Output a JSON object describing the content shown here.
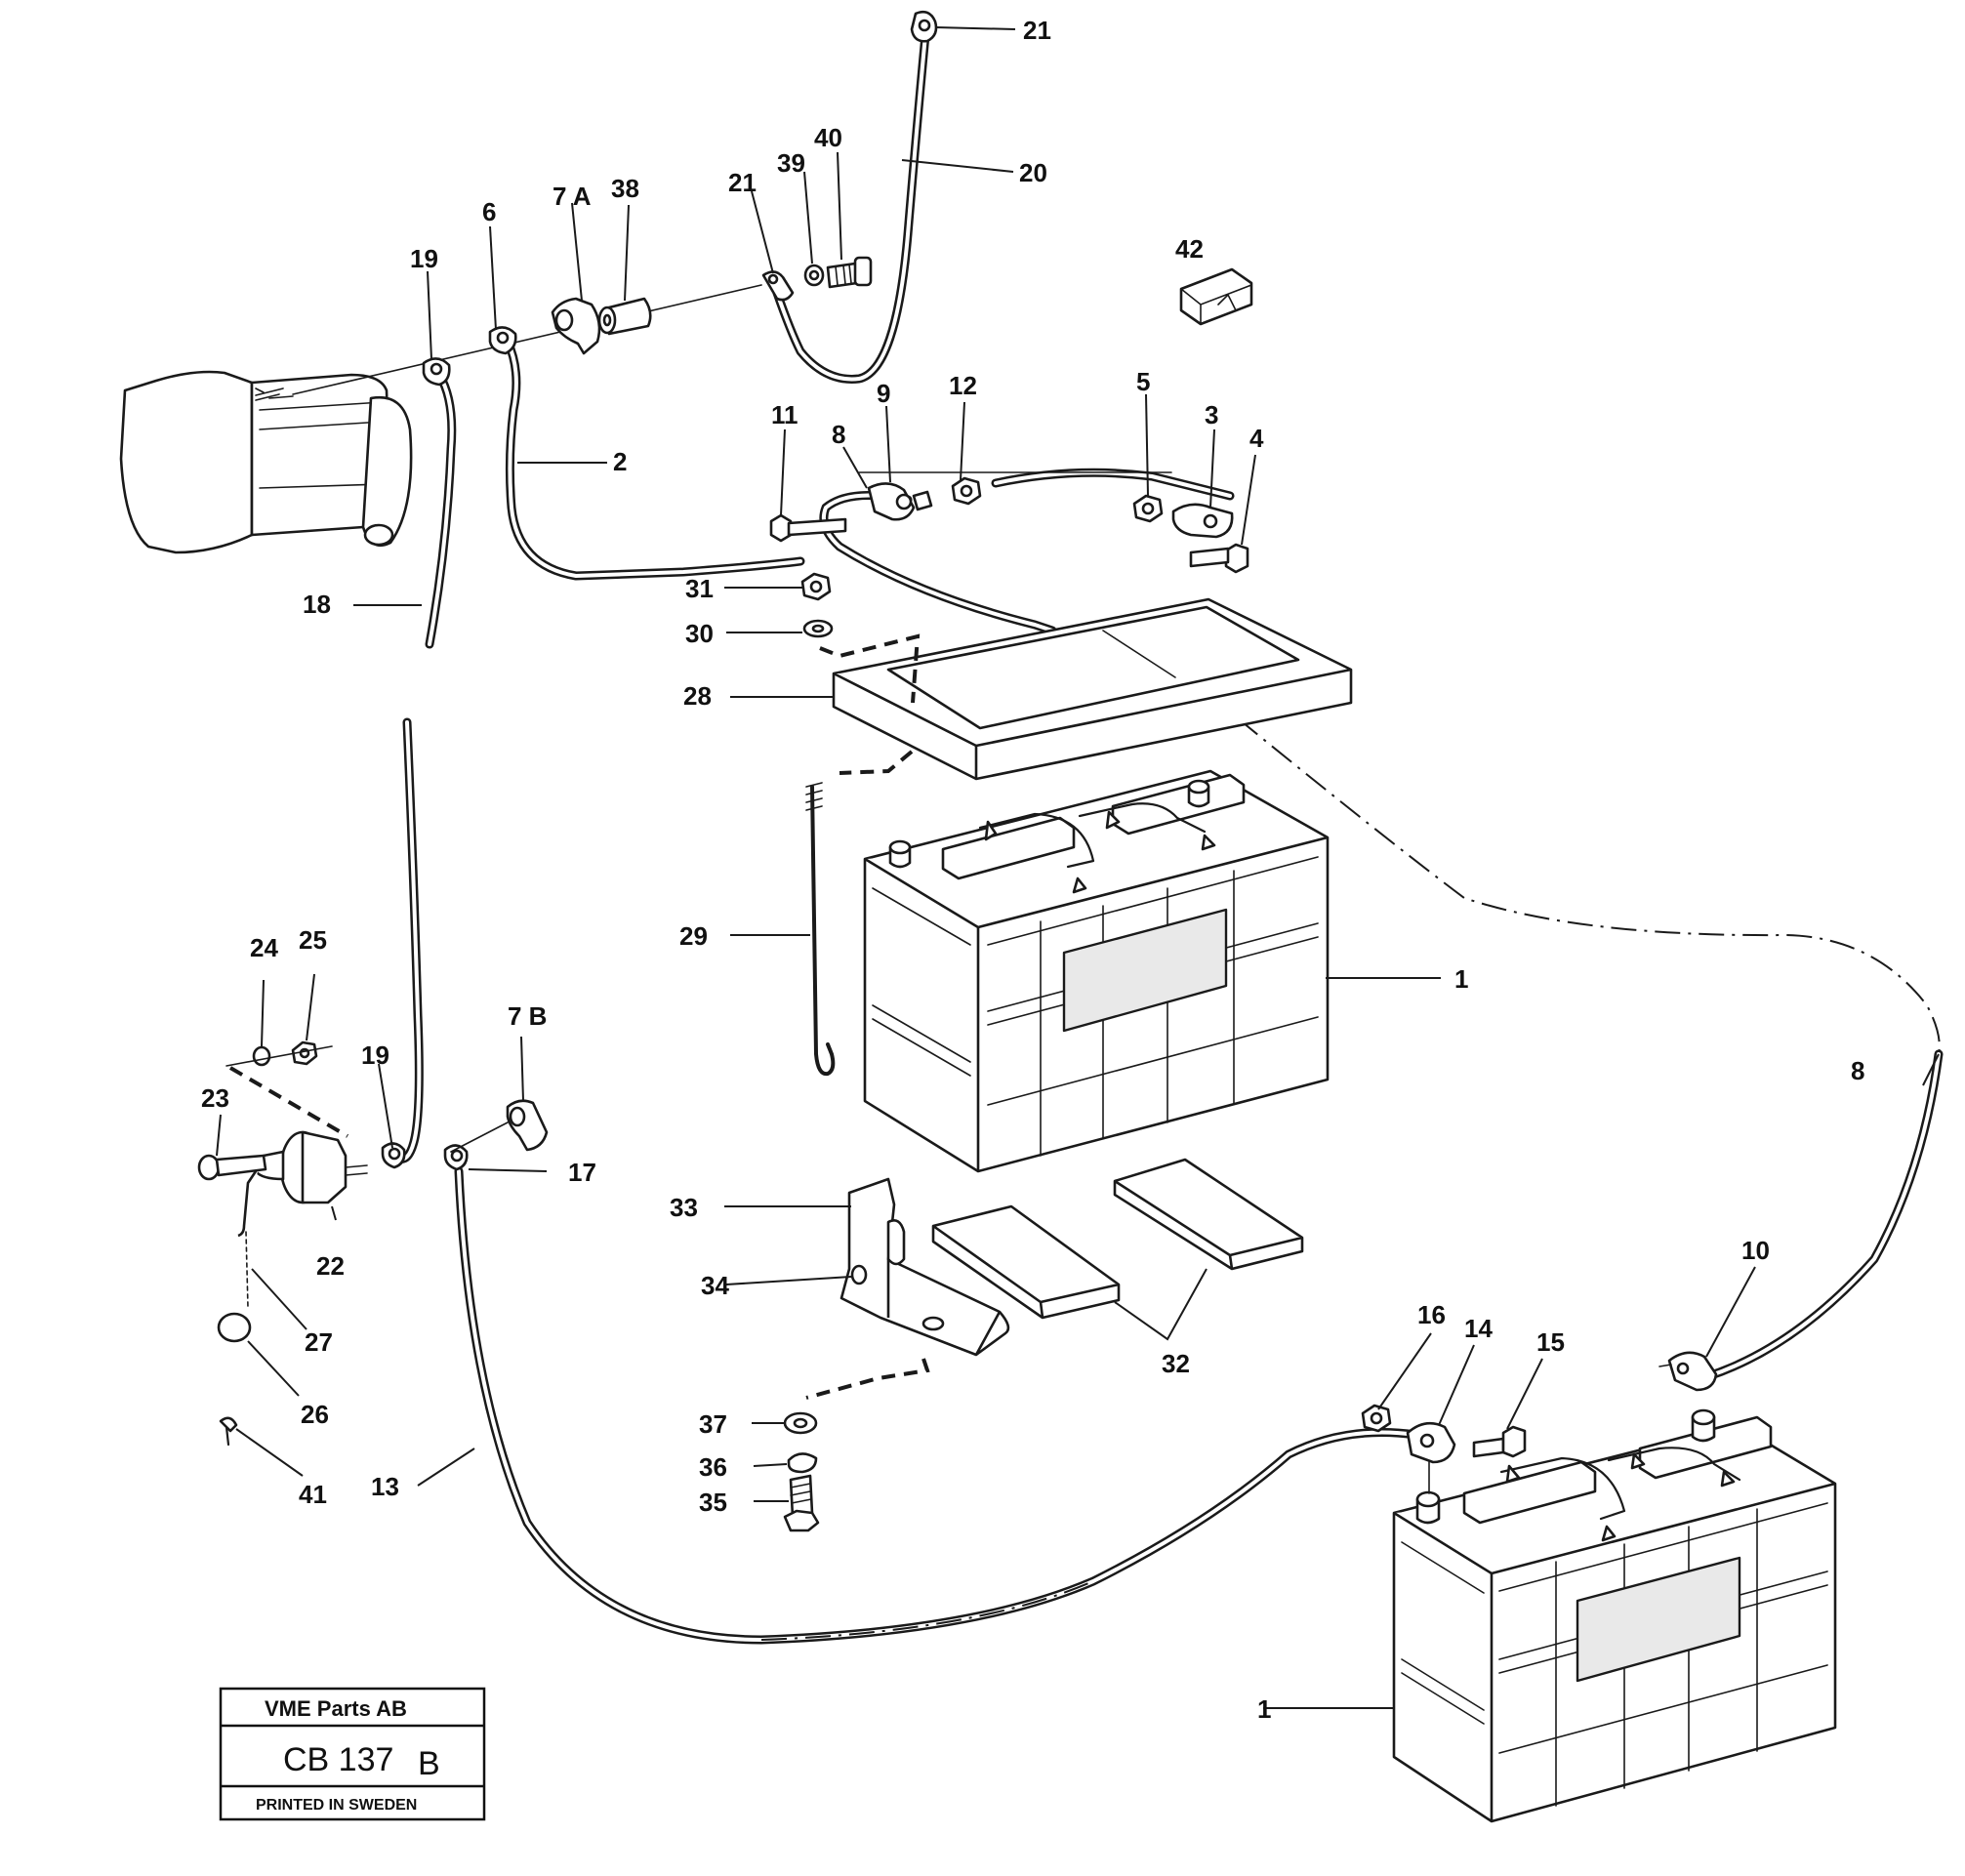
{
  "callouts": {
    "p1_upper": "1",
    "p1_lower": "1",
    "p2": "2",
    "p3": "3",
    "p4": "4",
    "p5": "5",
    "p6": "6",
    "p7a": "7 A",
    "p7b": "7 B",
    "p8_upper": "8",
    "p8_right": "8",
    "p9": "9",
    "p10": "10",
    "p11": "11",
    "p12": "12",
    "p13": "13",
    "p14": "14",
    "p15": "15",
    "p16": "16",
    "p17": "17",
    "p18": "18",
    "p19_upper": "19",
    "p19_lower": "19",
    "p20": "20",
    "p21_top": "21",
    "p21_mid": "21",
    "p22": "22",
    "p23": "23",
    "p24": "24",
    "p25": "25",
    "p26": "26",
    "p27": "27",
    "p28": "28",
    "p29": "29",
    "p30": "30",
    "p31": "31",
    "p32": "32",
    "p33": "33",
    "p34": "34",
    "p35": "35",
    "p36": "36",
    "p37": "37",
    "p38": "38",
    "p39": "39",
    "p40": "40",
    "p41": "41",
    "p42": "42"
  },
  "stamp": {
    "company": "VME Parts AB",
    "code": "CB 137",
    "revision": "B",
    "printed": "PRINTED IN SWEDEN"
  }
}
